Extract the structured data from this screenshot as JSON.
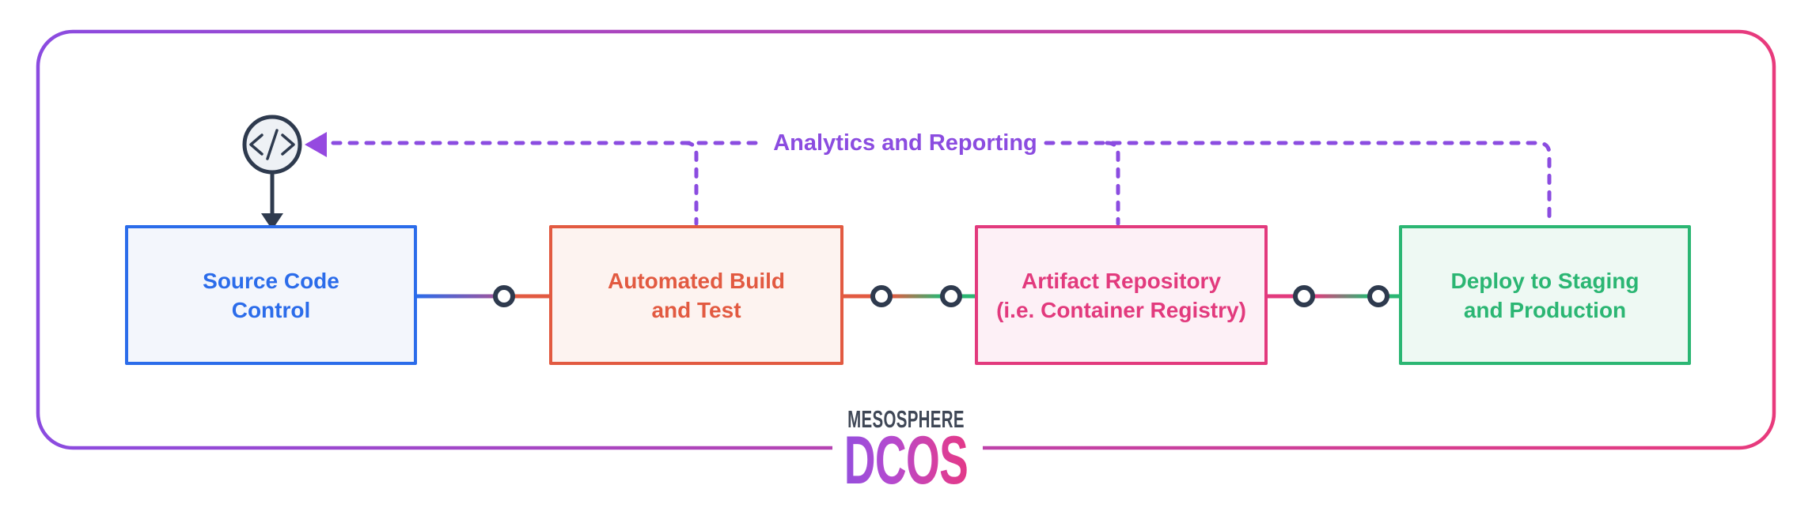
{
  "frame": {
    "border_gradient_start": "#8b4be0",
    "border_gradient_end": "#e83a7c"
  },
  "flow": {
    "label": "Analytics and Reporting",
    "label_color": "#8b4ce0",
    "dash_color": "#8b4ce0",
    "arrowhead_color": "#9549e0"
  },
  "nodes": [
    {
      "id": "source-code-control",
      "lines": [
        "Source Code",
        "Control"
      ],
      "color": "#2b6cea",
      "fill": "#f3f6fc"
    },
    {
      "id": "automated-build-and-test",
      "lines": [
        "Automated Build",
        "and Test"
      ],
      "color": "#e25a41",
      "fill": "#fdf3f0"
    },
    {
      "id": "artifact-repository",
      "lines": [
        "Artifact Repository",
        "(i.e. Container Registry)"
      ],
      "color": "#e23a7d",
      "fill": "#fdf0f6"
    },
    {
      "id": "deploy-staging-production",
      "lines": [
        "Deploy to Staging",
        "and Production"
      ],
      "color": "#2bb673",
      "fill": "#eef9f3"
    }
  ],
  "icons": {
    "code_icon": "code-brackets",
    "connector_node_color": "#2e3a4e"
  },
  "logo": {
    "brand": "MESOSPHERE",
    "product": "DCOS",
    "brand_color": "#3f4756",
    "product_gradient_start": "#8b4fe0",
    "product_gradient_end": "#e8357d"
  }
}
